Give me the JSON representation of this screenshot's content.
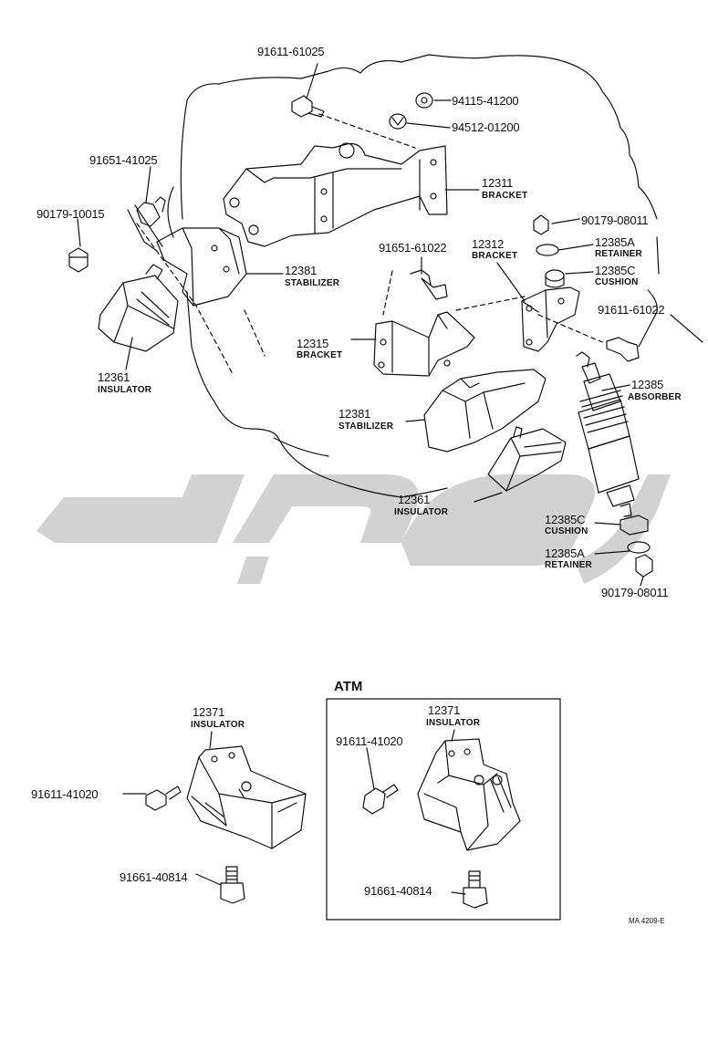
{
  "diagram": {
    "ref_code": "MA 4209-E",
    "atm_label": "ATM",
    "labels": {
      "p91611_61025": "91611-61025",
      "p94115_41200": "94115-41200",
      "p94512_01200": "94512-01200",
      "p91651_41025": "91651-41025",
      "p12311": "12311",
      "d12311": "BRACKET",
      "p90179_10015": "90179-10015",
      "p90179_08011_top": "90179-08011",
      "p12385A_top": "12385A",
      "d12385A_top": "RETAINER",
      "p12385C_top": "12385C",
      "d12385C_top": "CUSHION",
      "p91651_61022": "91651-61022",
      "p12312": "12312",
      "d12312": "BRACKET",
      "p12381_left": "12381",
      "d12381_left": "STABILIZER",
      "p91611_61022": "91611-61022",
      "p12315": "12315",
      "d12315": "BRACKET",
      "p12361_left": "12361",
      "d12361_left": "INSULATOR",
      "p12385": "12385",
      "d12385": "ABSORBER",
      "p12381_right": "12381",
      "d12381_right": "STABILIZER",
      "p12361_right": "12361",
      "d12361_right": "INSULATOR",
      "p12385C_bot": "12385C",
      "d12385C_bot": "CUSHION",
      "p12385A_bot": "12385A",
      "d12385A_bot": "RETAINER",
      "p90179_08011_bot": "90179-08011",
      "p12371_left": "12371",
      "d12371_left": "INSULATOR",
      "p91611_41020_left": "91611-41020",
      "p91661_40814_left": "91661-40814",
      "p12371_right": "12371",
      "d12371_right": "INSULATOR",
      "p91611_41020_right": "91611-41020",
      "p91661_40814_right": "91661-40814"
    }
  }
}
